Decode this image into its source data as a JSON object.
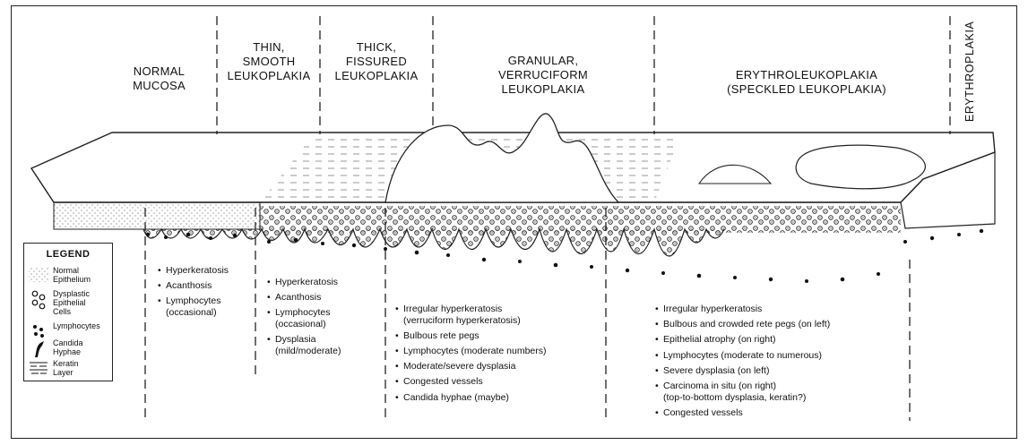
{
  "columns": [
    {
      "id": "normal",
      "title": "NORMAL\nMUCOSA",
      "findings": [
        "Hyperkeratosis",
        "Acanthosis",
        "Lymphocytes\n(occasional)"
      ]
    },
    {
      "id": "thin",
      "title": "THIN,\nSMOOTH\nLEUKOPLAKIA",
      "findings": [
        "Hyperkeratosis",
        "Acanthosis",
        "Lymphocytes\n(occasional)",
        "Dysplasia\n(mild/moderate)"
      ]
    },
    {
      "id": "thick",
      "title": "THICK,\nFISSURED\nLEUKOPLAKIA",
      "findings": []
    },
    {
      "id": "granular",
      "title": "GRANULAR,\nVERRUCIFORM\nLEUKOPLAKIA",
      "findings": [
        "Irregular hyperkeratosis\n(verruciform hyperkeratosis)",
        "Bulbous rete pegs",
        "Lymphocytes (moderate numbers)",
        "Moderate/severe dysplasia",
        "Congested vessels",
        "Candida hyphae (maybe)"
      ]
    },
    {
      "id": "erythroleuko",
      "title": "ERYTHROLEUKOPLAKIA\n(SPECKLED LEUKOPLAKIA)",
      "findings": [
        "Irregular hyperkeratosis",
        "Bulbous and crowded rete pegs (on left)",
        "Epithelial atrophy (on right)",
        "Lymphocytes (moderate to numerous)",
        "Severe dysplasia (on left)",
        "Carcinoma in situ (on right)\n(top-to-bottom dysplasia, keratin?)",
        "Congested vessels"
      ]
    },
    {
      "id": "erythroplakia",
      "title": "ERYTHROPLAKIA",
      "findings": []
    }
  ],
  "legend": {
    "title": "LEGEND",
    "items": [
      {
        "symbol": "normal-epithelium",
        "label": "Normal\nEpithelium"
      },
      {
        "symbol": "dysplastic-cells",
        "label": "Dysplastic\nEpithelial\nCells"
      },
      {
        "symbol": "lymphocytes",
        "label": "Lymphocytes"
      },
      {
        "symbol": "candida-hyphae",
        "label": "Candida\nHyphae"
      },
      {
        "symbol": "keratin-layer",
        "label": "Keratin\nLayer"
      }
    ]
  }
}
